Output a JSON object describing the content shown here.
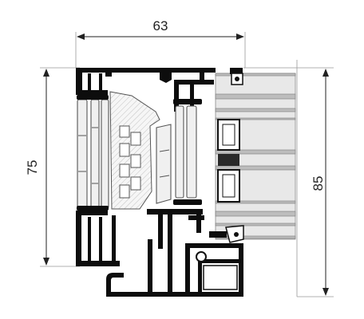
{
  "dimensions": {
    "top_width": "63",
    "left_height": "75",
    "right_height": "85"
  },
  "colors": {
    "profile": "#0d0d0d",
    "thermal_break": "#f0f0f0",
    "glass": "#e8e8e8",
    "dimension": "#222222"
  }
}
